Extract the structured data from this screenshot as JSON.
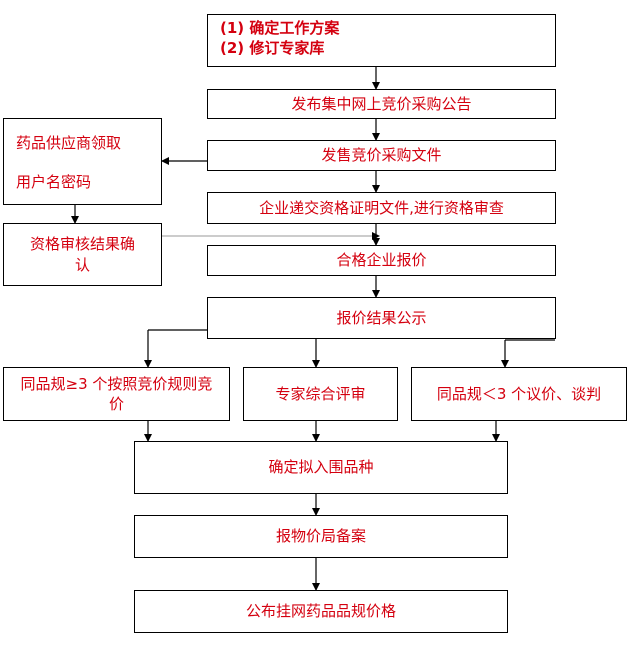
{
  "flowchart": {
    "steps": {
      "step1_line1": "(1)  确定工作方案",
      "step1_line2": "(2)  修订专家库",
      "step2": "发布集中网上竞价采购公告",
      "step3": "发售竞价采购文件",
      "step4": "企业递交资格证明文件,进行资格审查",
      "step5": "合格企业报价",
      "step6": "报价结果公示",
      "step7": "确定拟入围品种",
      "step8": "报物价局备案",
      "step9": "公布挂网药品品规价格"
    },
    "side": {
      "account_line1": "药品供应商领取",
      "account_line2": "用户名密码",
      "confirm": "资格审核结果确认"
    },
    "branches": {
      "left": "同品规≥3 个按照竞价规则竞价",
      "middle": "专家综合评审",
      "right": "同品规＜3 个议价、谈判"
    }
  },
  "colors": {
    "text": "#d4000f",
    "border": "#000000"
  }
}
